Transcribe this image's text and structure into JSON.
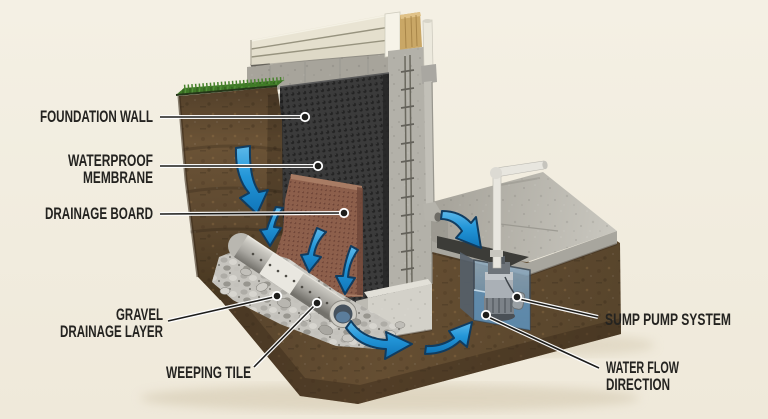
{
  "diagram": {
    "type": "cutaway-illustration",
    "labels": [
      {
        "id": "foundation-wall",
        "lines": [
          "FOUNDATION WALL"
        ]
      },
      {
        "id": "waterproof-membrane",
        "lines": [
          "WATERPROOF",
          "MEMBRANE"
        ]
      },
      {
        "id": "drainage-board",
        "lines": [
          "DRAINAGE BOARD"
        ]
      },
      {
        "id": "gravel-drainage-layer",
        "lines": [
          "GRAVEL",
          "DRAINAGE LAYER"
        ]
      },
      {
        "id": "weeping-tile",
        "lines": [
          "WEEPING TILE"
        ]
      },
      {
        "id": "sump-pump-system",
        "lines": [
          "SUMP PUMP SYSTEM"
        ]
      },
      {
        "id": "water-flow-direction",
        "lines": [
          "WATER FLOW",
          "DIRECTION"
        ]
      }
    ],
    "colors": {
      "background": "#f2eee1",
      "soil_brown": "#5d4830",
      "grass_green": "#47822c",
      "concrete_gray": "#b5b3ab",
      "membrane_charcoal": "#3b3b3b",
      "drainage_board_brown": "#8d5f4b",
      "gravel_gray": "#c6c4be",
      "arrow_blue": "#2196d8",
      "arrow_outline_navy": "#103c60",
      "pit_water_blue": "#5d89ad",
      "siding_cream": "#e7e2d1",
      "wood_tan": "#c9a766",
      "label_text": "#242320",
      "leader_line": "#1d1d1b"
    }
  }
}
